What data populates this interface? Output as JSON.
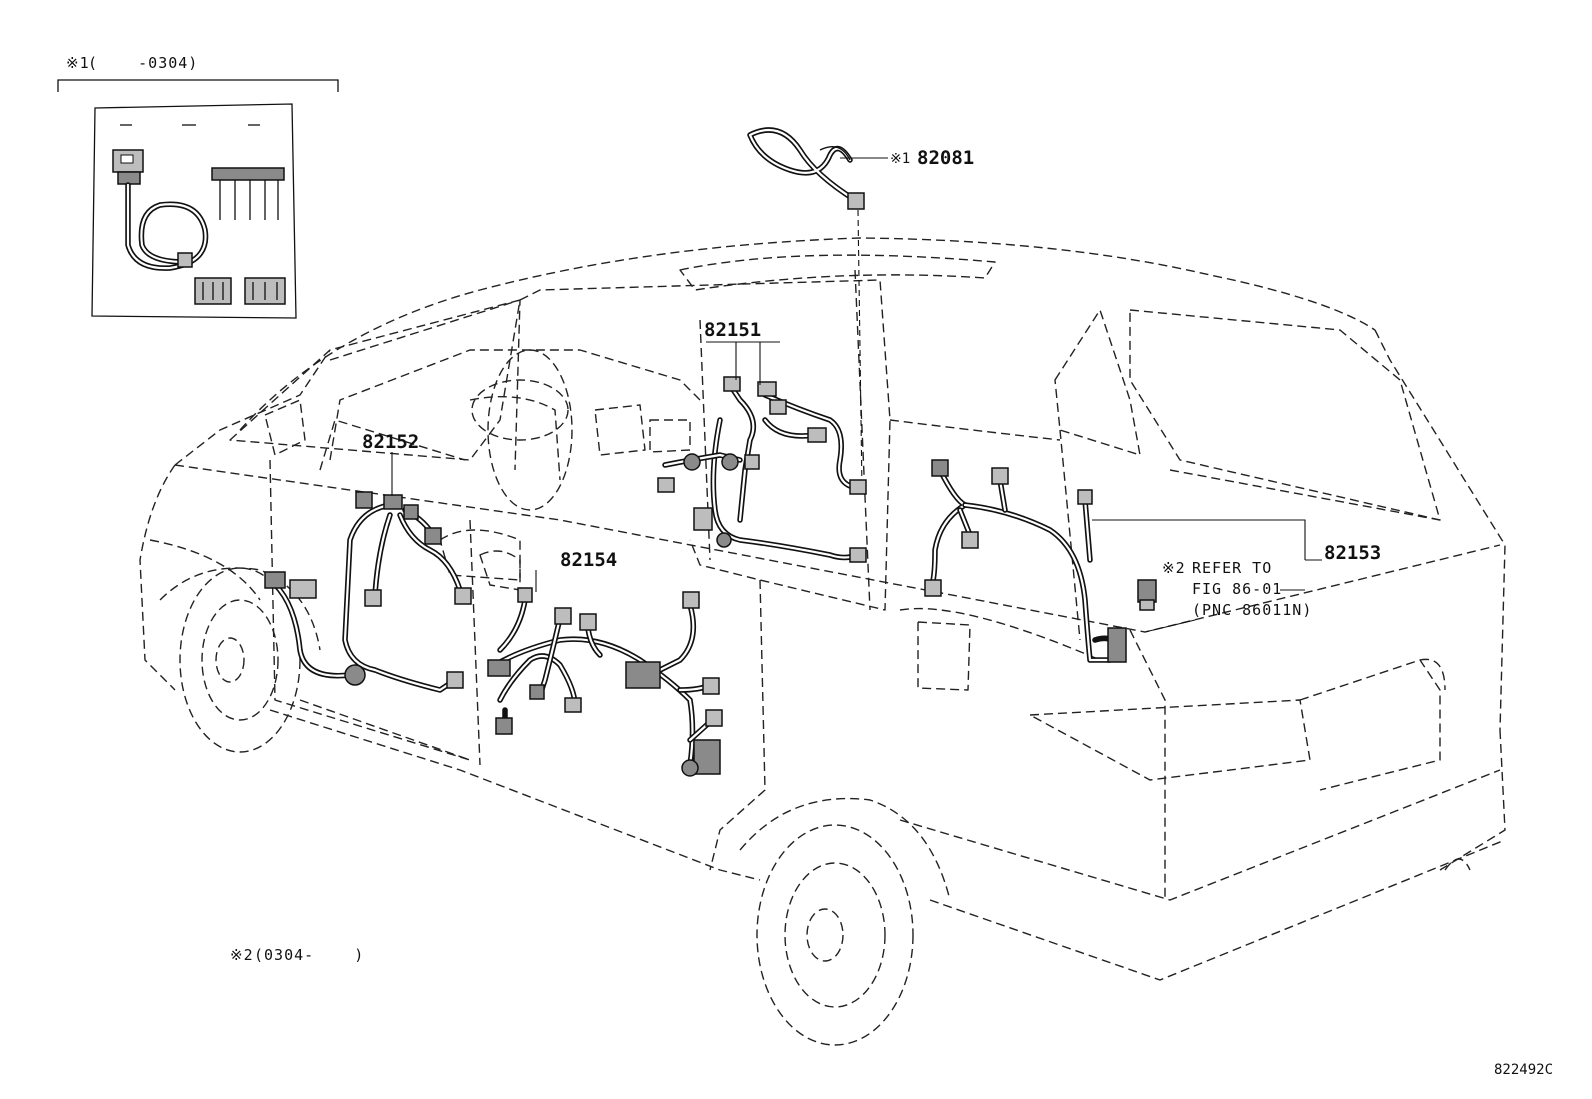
{
  "inset": {
    "note_marker": "※1",
    "note_range": "(    -0304)"
  },
  "parts": {
    "p82081": {
      "marker": "※1",
      "number": "82081"
    },
    "p82151": {
      "number": "82151"
    },
    "p82152": {
      "number": "82152"
    },
    "p82154": {
      "number": "82154"
    },
    "p82153": {
      "number": "82153"
    }
  },
  "refer": {
    "marker": "※2",
    "line1": "REFER TO",
    "line2": "FIG 86-01",
    "line3": "(PNC 86011N)"
  },
  "footnote": {
    "marker": "※2",
    "range": "(0304-    )"
  },
  "diagram_id": "822492C"
}
